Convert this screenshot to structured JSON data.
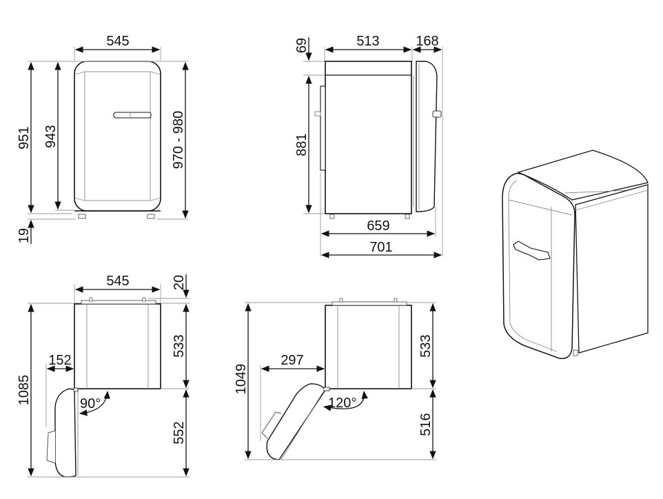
{
  "drawing": {
    "subject": "Compact retro refrigerator dimension drawing",
    "units": "mm",
    "colors": {
      "line": "#111111",
      "extension_line": "#9a9a9a",
      "background": "#ffffff"
    }
  },
  "views": {
    "front": {
      "width_label": "545",
      "height_total_label": "951",
      "height_body_label": "943",
      "height_range_label": "970 - 980",
      "feet_label": "19"
    },
    "side": {
      "top_offset_label": "69",
      "depth_body_label": "513",
      "door_depth_label": "168",
      "height_label": "881",
      "depth_no_handle_label": "659",
      "depth_total_label": "701"
    },
    "perspective": {
      "name": "isometric-view"
    },
    "top_90": {
      "width_label": "545",
      "top_offset_label": "20",
      "total_depth_label": "1085",
      "body_depth_label": "533",
      "door_swing_label": "552",
      "side_clearance_label": "152",
      "angle_label": "90°"
    },
    "top_120": {
      "total_depth_label": "1049",
      "body_depth_label": "533",
      "door_swing_label": "516",
      "side_clearance_label": "297",
      "angle_label": "120°"
    }
  }
}
